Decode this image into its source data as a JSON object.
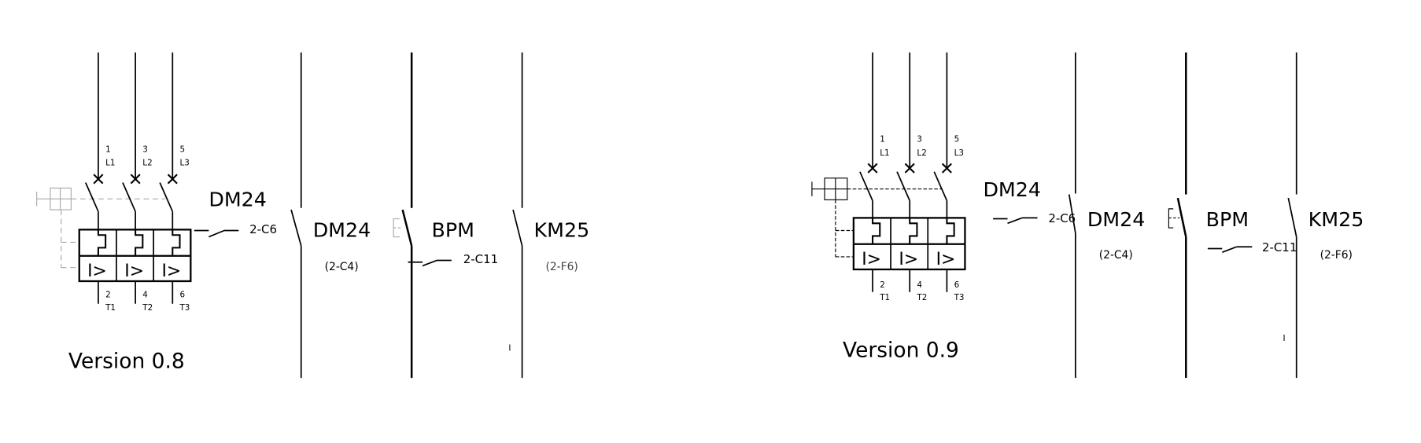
{
  "diagrams": [
    {
      "version_label": "Version 0.8",
      "breaker": {
        "name": "DM24",
        "top_terminals": [
          {
            "num": "1",
            "phase": "L1"
          },
          {
            "num": "3",
            "phase": "L2"
          },
          {
            "num": "5",
            "phase": "L3"
          }
        ],
        "bottom_terminals": [
          {
            "num": "2",
            "phase": "T1"
          },
          {
            "num": "4",
            "phase": "T2"
          },
          {
            "num": "6",
            "phase": "T3"
          }
        ],
        "trip_symbol": "I>",
        "aux_contact_ref": "2-C6"
      },
      "contacts": [
        {
          "name": "DM24",
          "ref": "(2-C4)"
        },
        {
          "name": "BPM",
          "aux_ref": "2-C11"
        },
        {
          "name": "KM25",
          "ref": "(2-F6)",
          "marker": "I"
        }
      ]
    },
    {
      "version_label": "Version 0.9",
      "breaker": {
        "name": "DM24",
        "top_terminals": [
          {
            "num": "1",
            "phase": "L1"
          },
          {
            "num": "3",
            "phase": "L2"
          },
          {
            "num": "5",
            "phase": "L3"
          }
        ],
        "bottom_terminals": [
          {
            "num": "2",
            "phase": "T1"
          },
          {
            "num": "4",
            "phase": "T2"
          },
          {
            "num": "6",
            "phase": "T3"
          }
        ],
        "trip_symbol": "I>",
        "aux_contact_ref": "2-C6"
      },
      "contacts": [
        {
          "name": "DM24",
          "ref": "(2-C4)"
        },
        {
          "name": "BPM",
          "aux_ref": "2-C11"
        },
        {
          "name": "KM25",
          "ref": "(2-F6)",
          "marker": "I"
        }
      ]
    }
  ]
}
